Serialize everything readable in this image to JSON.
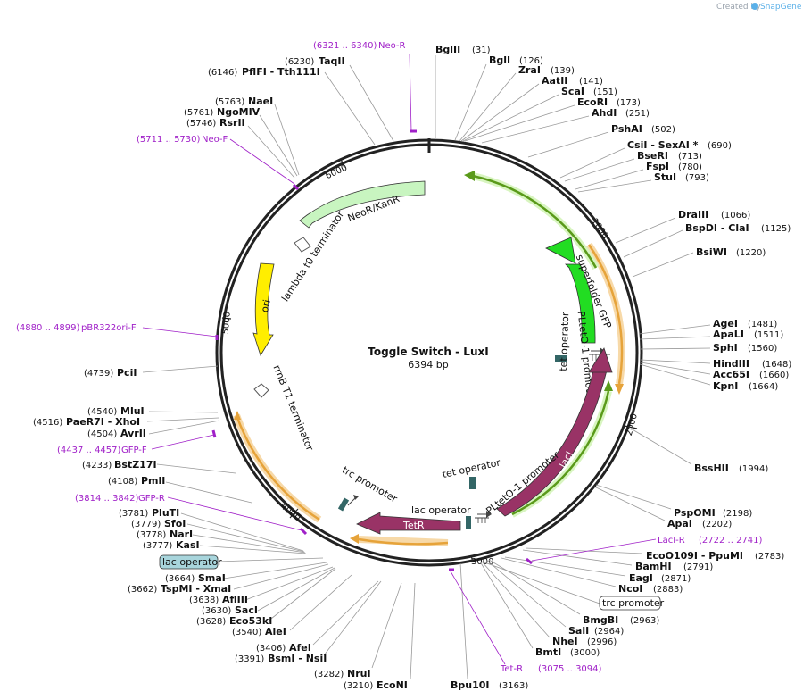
{
  "credit": {
    "created_by": "Created by",
    "brand": "SnapGene"
  },
  "plasmid": {
    "name": "Toggle Switch - LuxI",
    "size": "6394 bp"
  },
  "ticks": [
    "1000",
    "2000",
    "3000",
    "4000",
    "5000",
    "6000"
  ],
  "features": {
    "neor": "NeoR/KanR",
    "lambda_term": "lambda t0 terminator",
    "ori": "ori",
    "rrnb": "rrnB T1 terminator",
    "sfgfp": "superfolder GFP",
    "pltet_top": "PLtetO-1 promoter",
    "tet_op_top": "tet operator",
    "laci": "lacI",
    "pltet_bottom": "PLtetO-1 promoter",
    "tet_op_bottom": "tet operator",
    "lac_op": "lac operator",
    "tetr": "TetR",
    "trc": "trc promoter"
  },
  "sites_right": [
    {
      "name": "BglII",
      "pos": "(31)"
    },
    {
      "name": "BglI",
      "pos": "(126)"
    },
    {
      "name": "ZraI",
      "pos": "(139)"
    },
    {
      "name": "AatII",
      "pos": "(141)"
    },
    {
      "name": "ScaI",
      "pos": "(151)"
    },
    {
      "name": "EcoRI",
      "pos": "(173)"
    },
    {
      "name": "AhdI",
      "pos": "(251)"
    },
    {
      "name": "PshAI",
      "pos": "(502)"
    },
    {
      "name": "CsiI   - SexAI *",
      "pos": "(690)"
    },
    {
      "name": "BseRI",
      "pos": "(713)"
    },
    {
      "name": "FspI",
      "pos": "(780)"
    },
    {
      "name": "StuI",
      "pos": "(793)"
    },
    {
      "name": "DraIII",
      "pos": "(1066)"
    },
    {
      "name": "BspDI   - ClaI",
      "pos": "(1125)"
    },
    {
      "name": "BsiWI",
      "pos": "(1220)"
    },
    {
      "name": "AgeI",
      "pos": "(1481)"
    },
    {
      "name": "ApaLI",
      "pos": "(1511)"
    },
    {
      "name": "SphI",
      "pos": "(1560)"
    },
    {
      "name": "HindIII",
      "pos": "(1648)"
    },
    {
      "name": "Acc65I",
      "pos": "(1660)"
    },
    {
      "name": "KpnI",
      "pos": "(1664)"
    },
    {
      "name": "BssHII",
      "pos": "(1994)"
    },
    {
      "name": "PspOMI",
      "pos": "(2198)"
    },
    {
      "name": "ApaI",
      "pos": "(2202)"
    },
    {
      "name": "EcoO109I   - PpuMI",
      "pos": "(2783)"
    },
    {
      "name": "BamHI",
      "pos": "(2791)"
    },
    {
      "name": "EagI",
      "pos": "(2871)"
    },
    {
      "name": "NcoI",
      "pos": "(2883)"
    },
    {
      "name": "BmgBI",
      "pos": "(2963)"
    },
    {
      "name": "SalI",
      "pos": "(2964)"
    },
    {
      "name": "NheI",
      "pos": "(2996)"
    },
    {
      "name": "BmtI",
      "pos": "(3000)"
    },
    {
      "name": "Bpu10I",
      "pos": "(3163)"
    }
  ],
  "sites_left": [
    {
      "pos": "(6230)",
      "name": "TaqII"
    },
    {
      "pos": "(6146)",
      "name": "PflFI   - Tth111I"
    },
    {
      "pos": "(5763)",
      "name": "NaeI"
    },
    {
      "pos": "(5761)",
      "name": "NgoMIV"
    },
    {
      "pos": "(5746)",
      "name": "RsrII"
    },
    {
      "pos": "(4739)",
      "name": "PciI"
    },
    {
      "pos": "(4540)",
      "name": "MluI"
    },
    {
      "pos": "(4516)",
      "name": "PaeR7I   - XhoI"
    },
    {
      "pos": "(4504)",
      "name": "AvrII"
    },
    {
      "pos": "(4233)",
      "name": "BstZ17I"
    },
    {
      "pos": "(4108)",
      "name": "PmlI"
    },
    {
      "pos": "(3781)",
      "name": "PluTI"
    },
    {
      "pos": "(3779)",
      "name": "SfoI"
    },
    {
      "pos": "(3778)",
      "name": "NarI"
    },
    {
      "pos": "(3777)",
      "name": "KasI"
    },
    {
      "pos": "(3664)",
      "name": "SmaI"
    },
    {
      "pos": "(3662)",
      "name": "TspMI   - XmaI"
    },
    {
      "pos": "(3638)",
      "name": "AflIII"
    },
    {
      "pos": "(3630)",
      "name": "SacI"
    },
    {
      "pos": "(3628)",
      "name": "Eco53kI"
    },
    {
      "pos": "(3540)",
      "name": "AleI"
    },
    {
      "pos": "(3406)",
      "name": "AfeI"
    },
    {
      "pos": "(3391)",
      "name": "BsmI   - NsiI"
    },
    {
      "pos": "(3282)",
      "name": "NruI"
    },
    {
      "pos": "(3210)",
      "name": "EcoNI"
    }
  ],
  "primers": [
    {
      "range": "(6321 .. 6340)",
      "name": "Neo-R"
    },
    {
      "range": "(5711 .. 5730)",
      "name": "Neo-F"
    },
    {
      "range": "(4880 .. 4899)",
      "name": "pBR322ori-F"
    },
    {
      "range": "(4437 .. 4457)",
      "name": "GFP-F"
    },
    {
      "range": "(3814 .. 3842)",
      "name": "GFP-R"
    },
    {
      "name": "LacI-R",
      "range": "(2722 .. 2741)"
    },
    {
      "name": "Tet-R",
      "range": "(3075 .. 3094)"
    }
  ],
  "boxed": {
    "lac_operator": "lac operator",
    "trc_promoter": "trc promoter"
  },
  "colors": {
    "backbone": "#222222",
    "neor": "#c8f5c0",
    "ori": "#ffee00",
    "sfgfp": "#22dd22",
    "repressor": "#993366",
    "cds_track": "#e6a33a",
    "primer": "#a020c8",
    "operator": "#336666"
  }
}
